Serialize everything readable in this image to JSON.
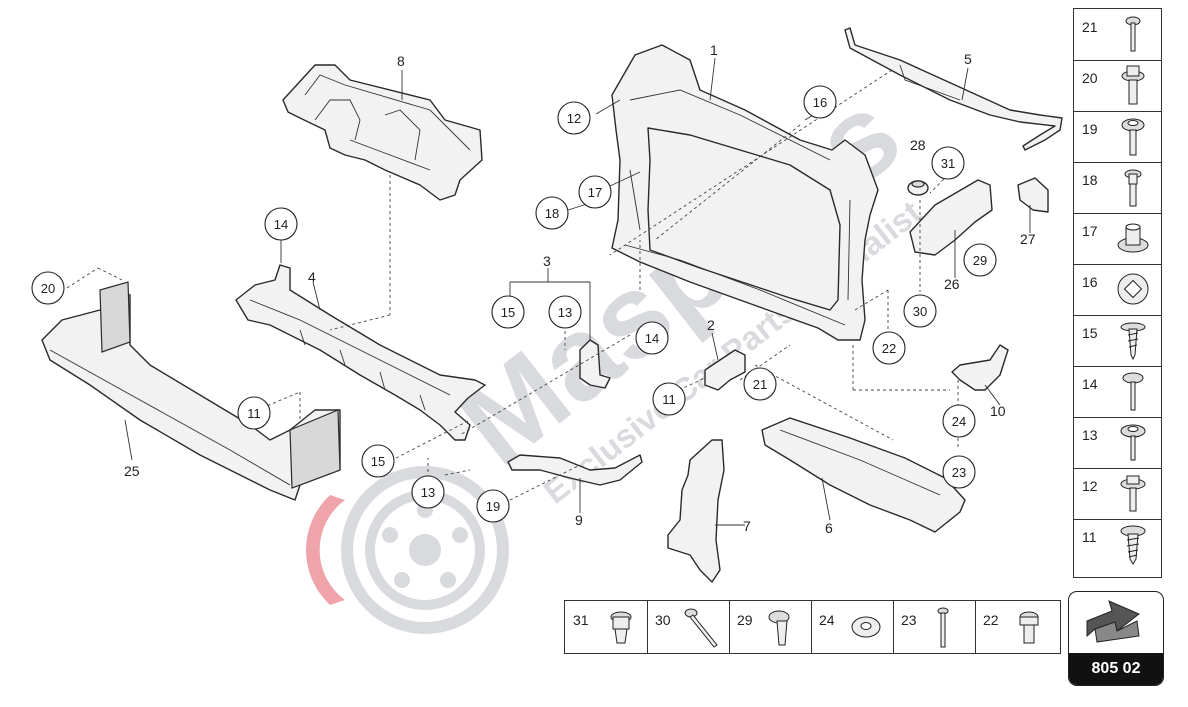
{
  "diagram": {
    "callouts": [
      "1",
      "2",
      "3",
      "4",
      "5",
      "6",
      "7",
      "8",
      "9",
      "10",
      "11",
      "12",
      "13",
      "14",
      "15",
      "16",
      "17",
      "18",
      "19",
      "20",
      "21",
      "22",
      "23",
      "24",
      "25",
      "26",
      "27",
      "28",
      "29",
      "30",
      "31"
    ],
    "side_legend": [
      {
        "number": "21",
        "icon": "pin-screw-icon"
      },
      {
        "number": "20",
        "icon": "flange-bolt-icon"
      },
      {
        "number": "19",
        "icon": "washer-bolt-icon"
      },
      {
        "number": "18",
        "icon": "stud-bolt-icon"
      },
      {
        "number": "17",
        "icon": "grommet-icon"
      },
      {
        "number": "16",
        "icon": "nut-icon"
      },
      {
        "number": "15",
        "icon": "tapping-screw-icon"
      },
      {
        "number": "14",
        "icon": "long-screw-icon"
      },
      {
        "number": "13",
        "icon": "washer-screw-icon"
      },
      {
        "number": "12",
        "icon": "flange-screw-icon"
      },
      {
        "number": "11",
        "icon": "self-tapping-screw-icon"
      }
    ],
    "bottom_legend": [
      {
        "number": "31",
        "icon": "torx-bolt-icon"
      },
      {
        "number": "30",
        "icon": "long-bolt-icon"
      },
      {
        "number": "29",
        "icon": "hex-bolt-icon"
      },
      {
        "number": "24",
        "icon": "washer-icon"
      },
      {
        "number": "23",
        "icon": "thin-bolt-icon"
      },
      {
        "number": "22",
        "icon": "collar-bolt-icon"
      }
    ],
    "page_ref": "805 02",
    "watermark": {
      "brand": "Masparts",
      "tagline": "Exclusive Car Parts specialist"
    }
  },
  "colors": {
    "line": "#2a2a2a",
    "watermark_red": "#e05a63",
    "watermark_gray": "#b8bcc2"
  }
}
